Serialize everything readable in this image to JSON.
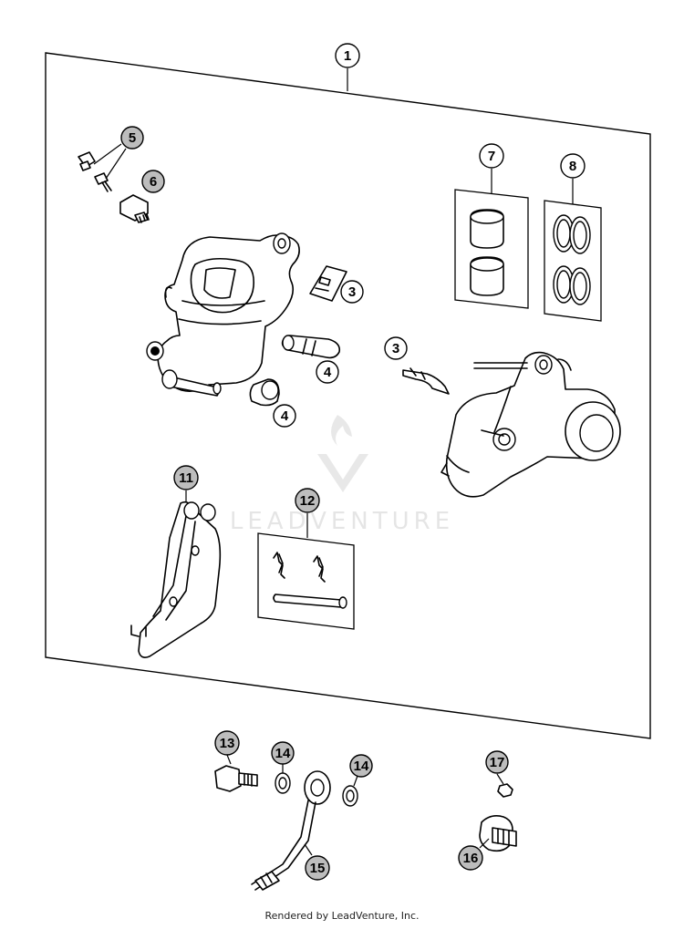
{
  "diagram": {
    "callouts": {
      "c1": "1",
      "c3a": "3",
      "c3b": "3",
      "c4a": "4",
      "c4b": "4",
      "c5": "5",
      "c6": "6",
      "c7": "7",
      "c8": "8",
      "c11": "11",
      "c12": "12",
      "c13": "13",
      "c14a": "14",
      "c14b": "14",
      "c15": "15",
      "c16": "16",
      "c17": "17"
    }
  },
  "watermark": {
    "text": "LEADVENTURE"
  },
  "footer": {
    "text": "Rendered by LeadVenture, Inc."
  },
  "colors": {
    "line": "#000000",
    "callout_gray": "#bdbdbd",
    "watermark": "#e3e3e3"
  }
}
